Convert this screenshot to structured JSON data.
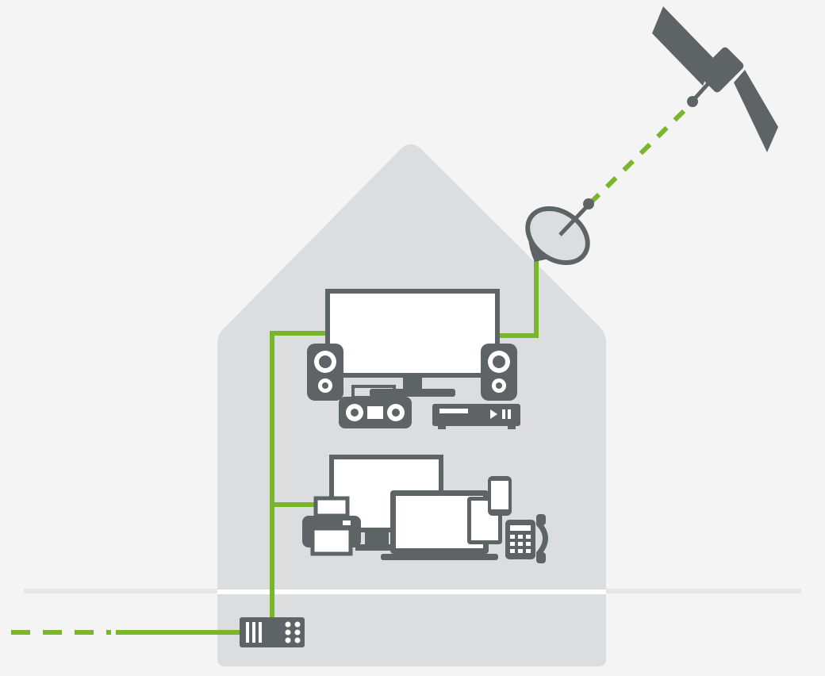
{
  "colors": {
    "background": "#f4f4f4",
    "house": "#dcddde",
    "device": "#5e6466",
    "screen": "#ffffff",
    "cable": "#79b62e",
    "floor": "#ffffff"
  },
  "icons": {
    "satellite": "satellite-icon",
    "dish": "satellite-dish-icon",
    "tv": "television-icon",
    "speaker_left": "speaker-left-icon",
    "speaker_right": "speaker-right-icon",
    "radio": "boombox-radio-icon",
    "receiver": "set-top-box-icon",
    "monitor": "desktop-monitor-icon",
    "printer": "printer-icon",
    "laptop": "laptop-icon",
    "tablet": "tablet-icon",
    "smartphone": "smartphone-icon",
    "phone": "desk-phone-icon",
    "router": "network-router-icon"
  },
  "connections": [
    {
      "from": "satellite",
      "to": "dish",
      "style": "dashed"
    },
    {
      "from": "dish",
      "to": "tv",
      "style": "solid"
    },
    {
      "from": "router",
      "to": "tv",
      "style": "solid"
    },
    {
      "from": "router",
      "to": "office-devices",
      "style": "solid"
    },
    {
      "from": "outside-line",
      "to": "router",
      "style": "dashed-then-solid"
    }
  ]
}
